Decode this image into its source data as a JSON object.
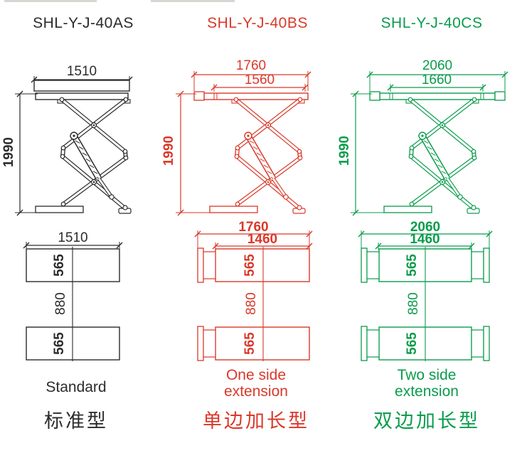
{
  "columns": [
    {
      "model": "SHL-Y-J-40AS",
      "color": "#2b2b2b",
      "variant": "standard",
      "side_view": {
        "outer_width": "1510",
        "inner_width": "",
        "height": "1990",
        "extension": "none"
      },
      "plan_view": {
        "outer_width": "1510",
        "inner_width": "",
        "platform_width": "565",
        "gap": "880",
        "extension": "none"
      },
      "caption_en": "Standard",
      "caption_zh": "标准型"
    },
    {
      "model": "SHL-Y-J-40BS",
      "color": "#d9392a",
      "variant": "one-side-extension",
      "side_view": {
        "outer_width": "1760",
        "inner_width": "1560",
        "height": "1990",
        "extension": "left"
      },
      "plan_view": {
        "outer_width": "1760",
        "inner_width": "1460",
        "platform_width": "565",
        "gap": "880",
        "extension": "left"
      },
      "caption_en": "One side extension",
      "caption_zh": "单边加长型"
    },
    {
      "model": "SHL-Y-J-40CS",
      "color": "#0a9c4c",
      "variant": "two-side-extension",
      "side_view": {
        "outer_width": "2060",
        "inner_width": "1660",
        "height": "1990",
        "extension": "both"
      },
      "plan_view": {
        "outer_width": "2060",
        "inner_width": "1460",
        "platform_width": "565",
        "gap": "880",
        "extension": "both"
      },
      "caption_en": "Two side extension",
      "caption_zh": "双边加长型"
    }
  ]
}
